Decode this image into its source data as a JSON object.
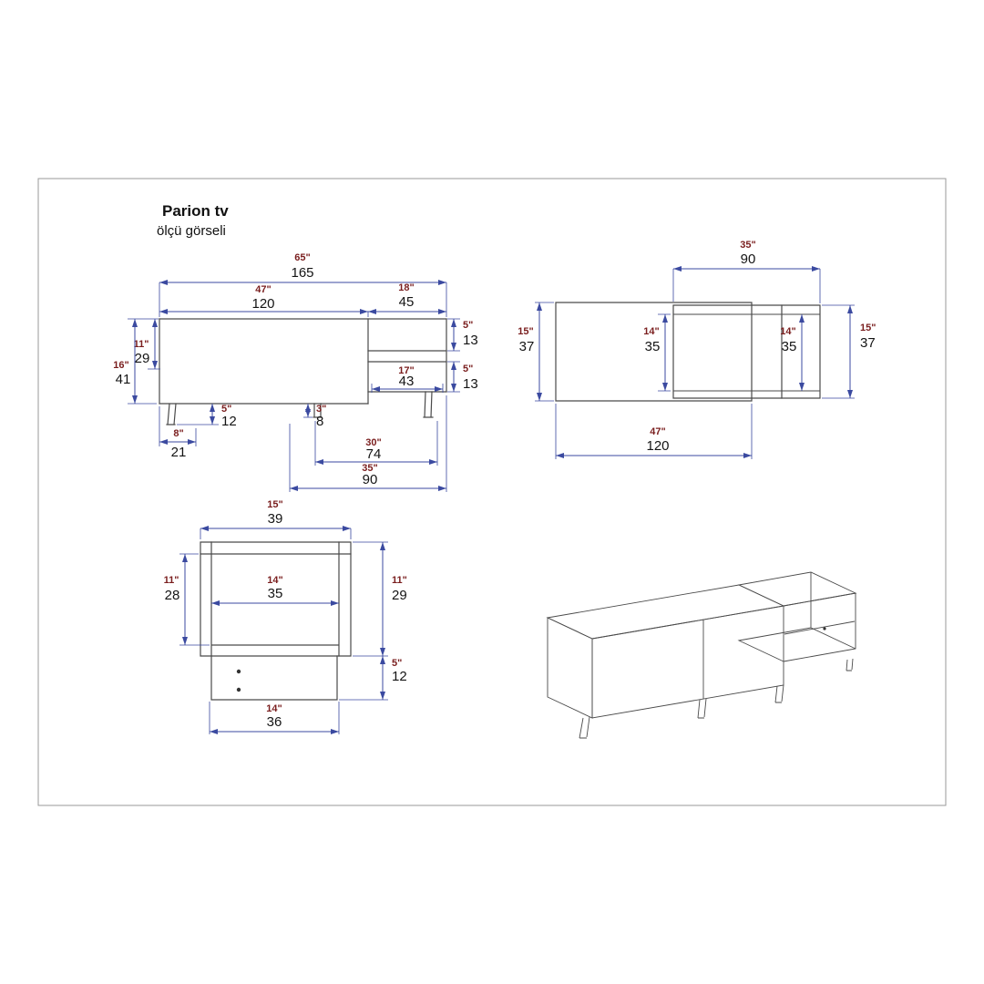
{
  "title": {
    "name": "Parion tv",
    "subtitle": "ölçü görseli"
  },
  "colors": {
    "dim_line": "#3b4aa0",
    "inch_text": "#7a1e1e",
    "cm_text": "#141414",
    "drawing_line": "#4a4a4a"
  },
  "front_view": {
    "total_width": {
      "in": "65\"",
      "cm": "165"
    },
    "main_width": {
      "in": "47\"",
      "cm": "120"
    },
    "right_width": {
      "in": "18\"",
      "cm": "45"
    },
    "shelf_top_height": {
      "in": "5\"",
      "cm": "13"
    },
    "shelf_bottom_height": {
      "in": "5\"",
      "cm": "13"
    },
    "shelf_inner_width": {
      "in": "17\"",
      "cm": "43"
    },
    "upper_height": {
      "in": "11\"",
      "cm": "29"
    },
    "total_height": {
      "in": "16\"",
      "cm": "41"
    },
    "leg_height": {
      "in": "5\"",
      "cm": "12"
    },
    "leg_offset": {
      "in": "8\"",
      "cm": "21"
    },
    "mid_leg_height": {
      "in": "3\"",
      "cm": "8"
    },
    "leg_span": {
      "in": "30\"",
      "cm": "74"
    },
    "base_span": {
      "in": "35\"",
      "cm": "90"
    }
  },
  "side_view": {
    "top_width": {
      "in": "35\"",
      "cm": "90"
    },
    "left_height": {
      "in": "15\"",
      "cm": "37"
    },
    "inner_left_height": {
      "in": "14\"",
      "cm": "35"
    },
    "inner_right_height": {
      "in": "14\"",
      "cm": "35"
    },
    "right_height": {
      "in": "15\"",
      "cm": "37"
    },
    "bottom_width": {
      "in": "47\"",
      "cm": "120"
    }
  },
  "section_view": {
    "top_width": {
      "in": "15\"",
      "cm": "39"
    },
    "left_height": {
      "in": "11\"",
      "cm": "28"
    },
    "inner_width": {
      "in": "14\"",
      "cm": "35"
    },
    "right_height": {
      "in": "11\"",
      "cm": "29"
    },
    "drawer_height": {
      "in": "5\"",
      "cm": "12"
    },
    "bottom_width": {
      "in": "14\"",
      "cm": "36"
    }
  }
}
